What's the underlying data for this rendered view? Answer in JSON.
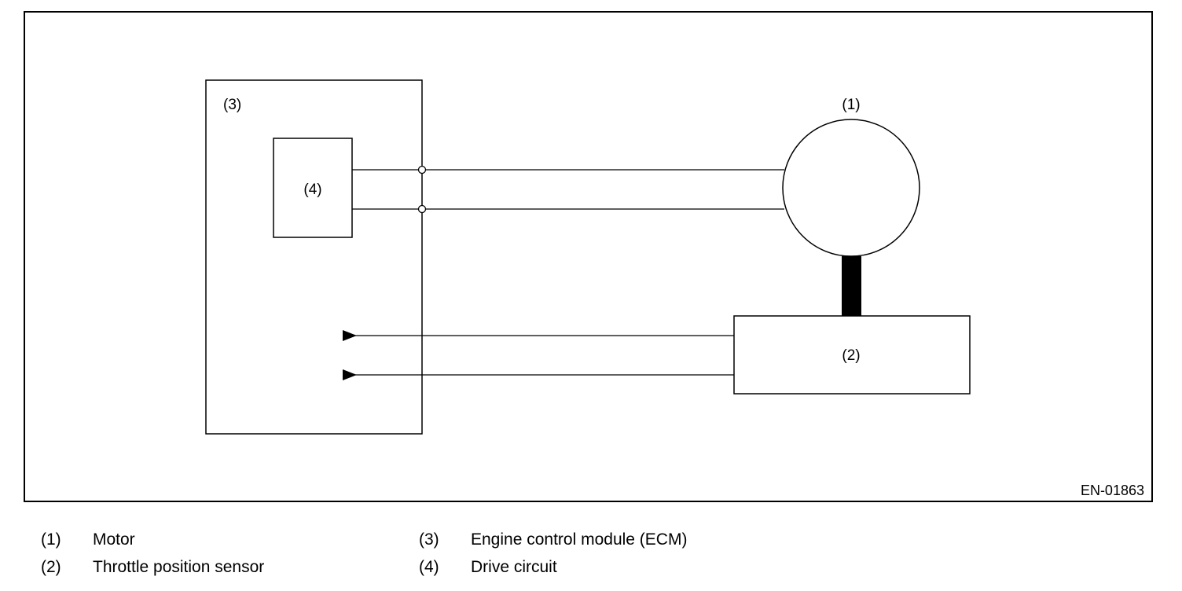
{
  "diagram": {
    "figure_code": "EN-01863",
    "callouts": {
      "motor": "(1)",
      "throttle_sensor": "(2)",
      "ecm": "(3)",
      "drive_circuit": "(4)"
    }
  },
  "legend": [
    {
      "number": "(1)",
      "label": "Motor"
    },
    {
      "number": "(2)",
      "label": "Throttle position sensor"
    },
    {
      "number": "(3)",
      "label": "Engine control module (ECM)"
    },
    {
      "number": "(4)",
      "label": "Drive circuit"
    }
  ]
}
